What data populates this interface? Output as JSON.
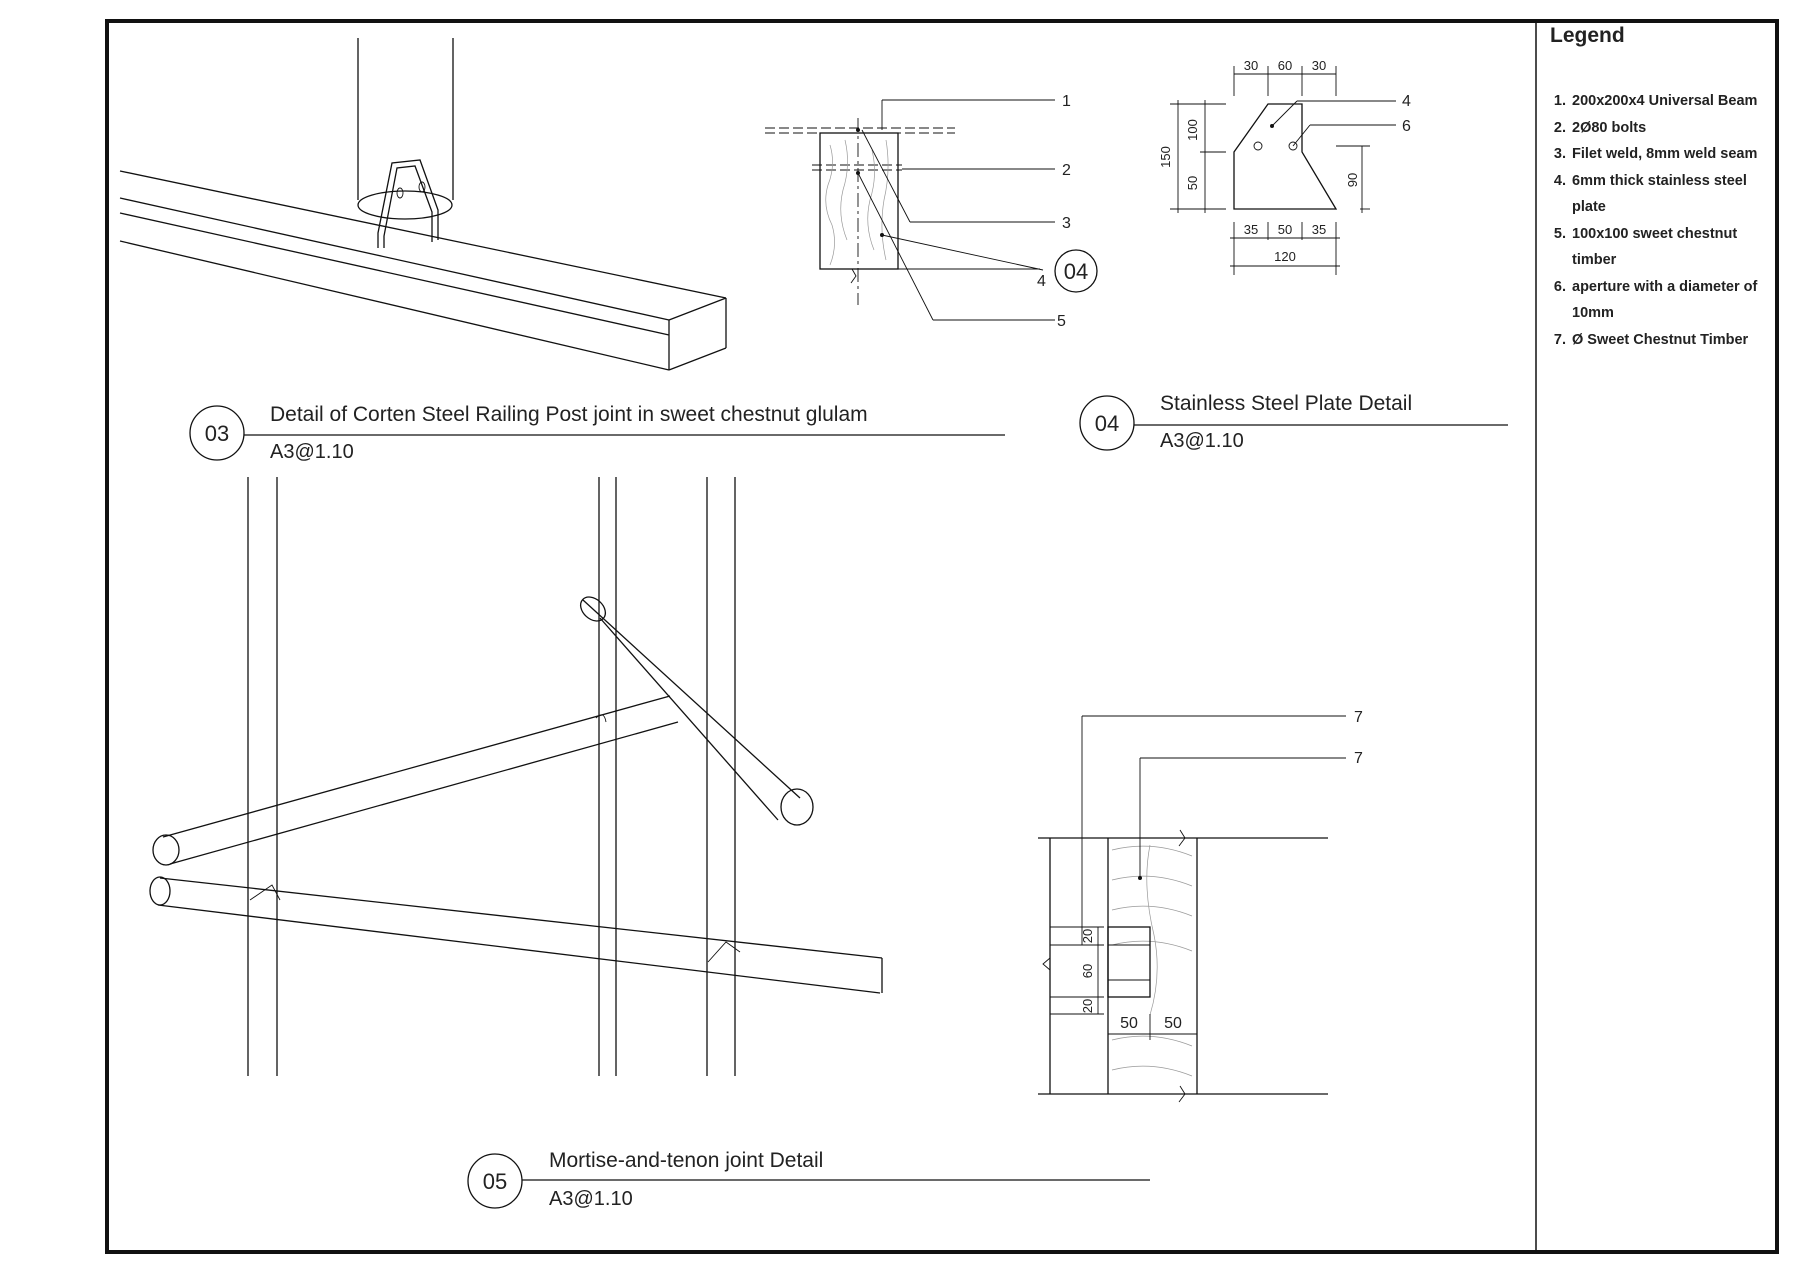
{
  "legend": {
    "title": "Legend",
    "items": [
      "200x200x4 Universal Beam",
      "2Ø80 bolts",
      "Filet weld, 8mm weld seam",
      "6mm thick stainless steel plate",
      "100x100 sweet chestnut timber",
      "aperture with a diameter of 10mm",
      "Ø Sweet Chestnut Timber"
    ]
  },
  "details": {
    "d03": {
      "number": "03",
      "title": "Detail of Corten Steel Railing Post joint in sweet chestnut glulam",
      "scale": "A3@1.10"
    },
    "d04": {
      "number": "04",
      "title": "Stainless Steel Plate Detail",
      "scale": "A3@1.10"
    },
    "d05": {
      "number": "05",
      "title": "Mortise-and-tenon joint Detail",
      "scale": "A3@1.10"
    }
  },
  "section_callouts": {
    "c1": "1",
    "c2": "2",
    "c3": "3",
    "c4": "4",
    "c5": "5",
    "bubble": "04"
  },
  "plate_dims": {
    "top_a": "30",
    "top_b": "60",
    "top_c": "30",
    "left_total": "150",
    "left_upper": "100",
    "left_lower": "50",
    "right_h": "90",
    "bot_a": "35",
    "bot_b": "50",
    "bot_c": "35",
    "bot_total": "120",
    "tag_4": "4",
    "tag_6": "6"
  },
  "mortise_callouts": {
    "c7a": "7",
    "c7b": "7"
  },
  "mortise_dims": {
    "v_top": "20",
    "v_mid": "60",
    "v_bot": "20",
    "h_left": "50",
    "h_right": "50"
  },
  "colors": {
    "ink": "#111111",
    "grain": "#999999"
  }
}
